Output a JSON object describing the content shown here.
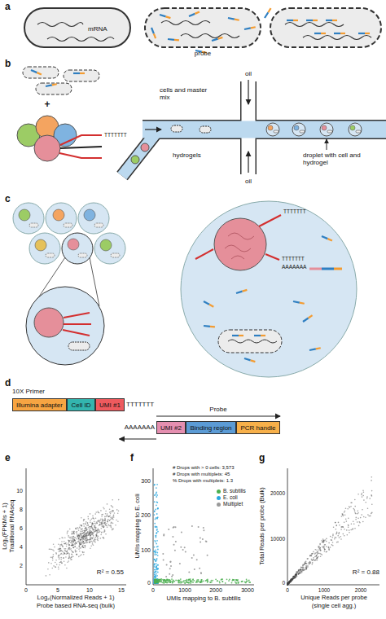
{
  "diagram": {
    "nodes": [
      {
        "text": [
          "Illumina adapter"
        ]
      },
      {
        "text": [
          "Cell ID"
        ]
      },
      {
        "text": [
          "UMI #1"
        ]
      },
      {
        "text": [
          "UMI #2"
        ]
      },
      {
        "text": [
          "Binding region"
        ]
      },
      {
        "text": [
          "PCR handle"
        ]
      }
    ],
    "labels": [
      "a",
      "mRNA",
      "probe",
      "b",
      "+",
      "cells and master mix",
      "oil",
      "oil",
      "hydrogels",
      "droplet with cell and hydrogel",
      "TTTTTTT",
      "c",
      "TTTTTTT",
      "TTTTTTT",
      "AAAAAAA",
      "d",
      "10X Primer",
      "TTTTTTT",
      "AAAAAAA",
      "Probe",
      "e",
      "Log₂(FPKMs + 1)",
      "Traditional RNAseq",
      "Log₂(Normalized Reads + 1)",
      "Probe based RNA-seq (bulk)",
      "R² = 0.55",
      "2",
      "4",
      "6",
      "8",
      "10",
      "0",
      "5",
      "10",
      "15",
      "f",
      "UMIs mapping to E. coli",
      "UMIs mapping to B. subtilis",
      "# Drops with > 0 cells: 3,573",
      "# Drops with multiplets: 45",
      "% Drops with multiplets: 1.3",
      "0",
      "1000",
      "2000",
      "3000",
      "0",
      "100",
      "200",
      "300",
      "g",
      "Total Reads per probe (Bulk)",
      "Unique Reads per probe",
      "(single cell agg.)",
      "R² = 0.88",
      "0",
      "10000",
      "20000",
      "0",
      "1000",
      "2000"
    ],
    "legend": [
      {
        "text": "B. subtilis",
        "color": "#4caf50"
      },
      {
        "text": "E. coli",
        "color": "#29a8e0"
      },
      {
        "text": "Multiplet",
        "color": "#999999"
      }
    ]
  }
}
